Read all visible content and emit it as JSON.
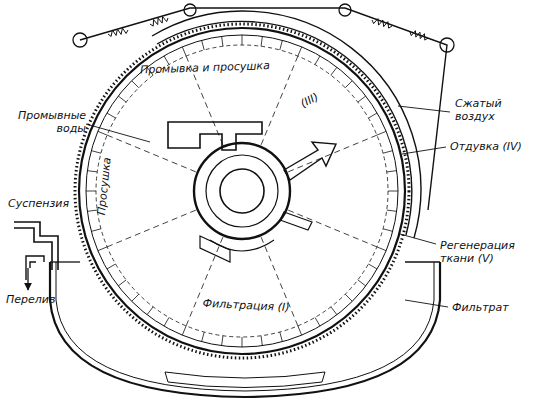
{
  "diagram": {
    "labels": [
      "Сжатый воздух",
      "Промывные воды",
      "Промывка и просушка",
      "(III)",
      "Отдувка (IV)",
      "Просушка",
      "Суспензия",
      "Перелив",
      "Регенерация ткани (V)",
      "Фильтрат",
      "Фильтрация (I)"
    ]
  }
}
